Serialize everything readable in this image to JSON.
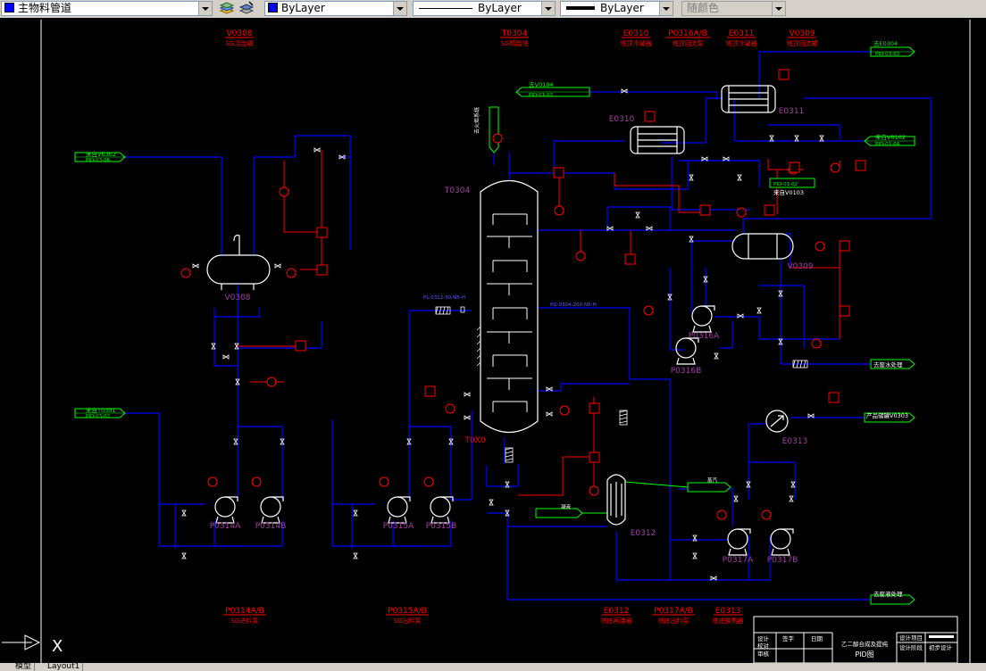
{
  "toolbar": {
    "layer_name": "主物料管道",
    "color_value": "ByLayer",
    "linetype_value": "ByLayer",
    "lineweight_value": "ByLayer",
    "plotstyle_value": "随颜色"
  },
  "colors": {
    "equipment": "#ffffff",
    "pipe": "#0000ff",
    "control": "#ff0000",
    "connector": "#00ff00",
    "label": "#ff0000",
    "tag": "#800080"
  },
  "top_labels": [
    {
      "tag": "V0308",
      "desc": "SG混合罐"
    },
    {
      "tag": "T0304",
      "desc": "SG精馏塔"
    },
    {
      "tag": "E0310",
      "desc": "塔顶冷凝器"
    },
    {
      "tag": "P0316A/B",
      "desc": "塔顶回流泵"
    },
    {
      "tag": "E0311",
      "desc": "塔顶冷凝器"
    },
    {
      "tag": "V0309",
      "desc": "塔顶回流罐"
    }
  ],
  "bottom_labels": [
    {
      "tag": "P0314A/B",
      "desc": "SG进料泵"
    },
    {
      "tag": "P0315A/B",
      "desc": "SG出料泵"
    },
    {
      "tag": "E0312",
      "desc": "塔底再沸器"
    },
    {
      "tag": "P0317A/B",
      "desc": "塔底出料泵"
    },
    {
      "tag": "E0313",
      "desc": "塔底换热器"
    }
  ],
  "equipment_tags": {
    "v0308": "V0308",
    "t0304": "T0304",
    "e0310": "E0310",
    "e0311": "E0311",
    "v0309": "V0309",
    "p0316a": "P0316A",
    "p0316b": "P0316B",
    "e0313": "E0313",
    "e0312": "E0312",
    "p0314a": "P0314A",
    "p0314b": "P0314B",
    "p0315a": "P0315A",
    "p0315b": "P0315B",
    "p0317a": "P0317A",
    "p0317b": "P0317B",
    "t0x0": "T0X0"
  },
  "connectors": {
    "from_v0302": {
      "title": "来自V0302",
      "ref": "PID-03-06"
    },
    "from_t0301": {
      "title": "来自T0301",
      "ref": "PID-03-02"
    },
    "from_v0104": {
      "title": "去V0104",
      "ref": "PID-01-02"
    },
    "to_e0304": {
      "title": "去E0304",
      "ref": "PID-03-03"
    },
    "from_v0102": {
      "title": "来自V0102",
      "ref": "PID-01-04"
    },
    "from_v0103": {
      "title": "来自V0103",
      "ref": "PID-01-02"
    },
    "product": {
      "title": "产品储罐V0303"
    },
    "waste_water1": {
      "title": "去废水处理"
    },
    "waste_water2": {
      "title": "去废液处理"
    },
    "steam": {
      "title": "蒸汽"
    },
    "condensate": {
      "title": "凝液"
    },
    "vent": {
      "title": "去火炬系统"
    }
  },
  "line_tags": {
    "feed_line": "PL-0312-50-N5-H",
    "reflux_line": "PG-0304-200-N5-H"
  },
  "title_block": {
    "design": "设计",
    "check": "校对",
    "review": "审核",
    "sign": "签字",
    "date": "日期",
    "drawing_title": "乙二醇合成及提纯",
    "drawing_sub": "PID图",
    "project": "设计项目",
    "stage": "设计阶段",
    "stage_value": "初步设计"
  },
  "layout_tabs": [
    "模型",
    "Layout1"
  ],
  "ucs_icon_label": "X"
}
